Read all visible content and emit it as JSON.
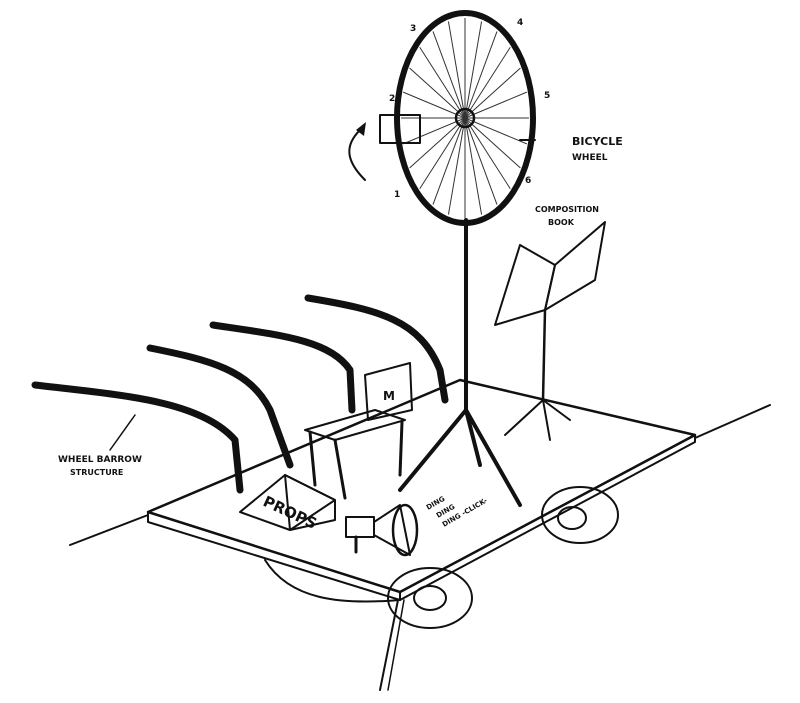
{
  "labels": {
    "bicycle_wheel_line1": "BICYCLE",
    "bicycle_wheel_line2": "WHEEL",
    "composition_book_line1": "COMPOSITION",
    "composition_book_line2": "BOOK",
    "wheelbarrow_line1": "WHEEL BARROW",
    "wheelbarrow_line2": "STRUCTURE",
    "props": "PROPS",
    "sound_line1": "DING",
    "sound_line2": "DING",
    "sound_line3": "DING -CLICK-",
    "laptop_logo": "M"
  },
  "wheel_markers": [
    "1",
    "2",
    "3",
    "4",
    "5",
    "6"
  ],
  "colors": {
    "ink": "#111111",
    "paper": "#ffffff"
  }
}
